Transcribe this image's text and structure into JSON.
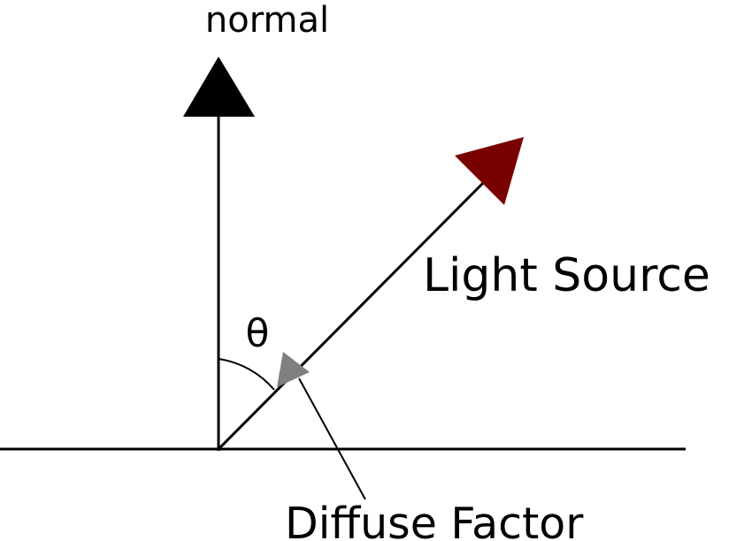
{
  "labels": {
    "normal": "normal",
    "light_source": "Light Source",
    "angle": "θ",
    "diffuse_factor": "Diffuse Factor"
  },
  "colors": {
    "line": "#000000",
    "normal_arrowhead": "#000000",
    "light_arrowhead": "#7a0000",
    "diffuse_arrowhead": "#808080",
    "background": "#ffffff"
  }
}
